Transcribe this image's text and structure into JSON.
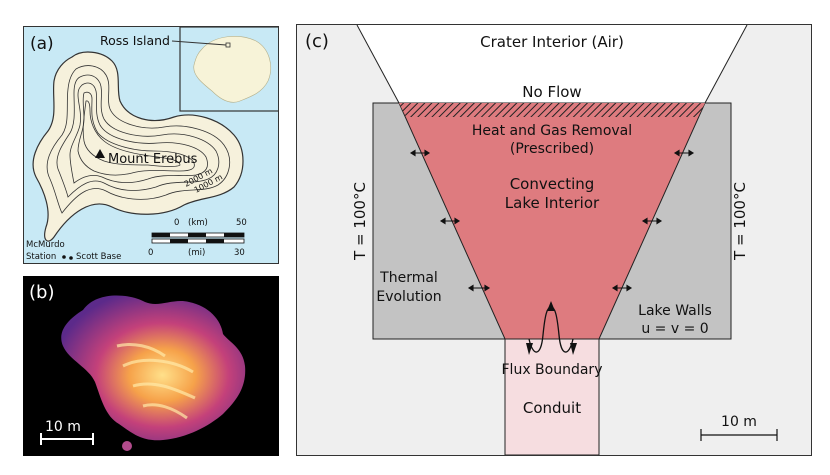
{
  "panel_a": {
    "label": "(a)",
    "ross_island": "Ross Island",
    "mount_erebus": "Mount Erebus",
    "contour_2000": "2000 m",
    "contour_1000": "1000 m",
    "scale_km_unit": "(km)",
    "scale_mi_unit": "(mi)",
    "scale_zero_km": "0",
    "scale_fifty_km": "50",
    "scale_zero_mi": "0",
    "scale_thirty_mi": "30",
    "mcmurdo": "McMurdo",
    "station": "Station",
    "scott_base": "Scott Base",
    "colors": {
      "sea": "#c8e9f5",
      "land": "#f6f1dc",
      "antarctica": "#f7f3d8"
    }
  },
  "panel_b": {
    "label": "(b)",
    "scale": "10 m"
  },
  "panel_c": {
    "label": "(c)",
    "crater_interior": "Crater Interior (Air)",
    "no_flow": "No Flow",
    "heat_gas_1": "Heat and Gas Removal",
    "heat_gas_2": "(Prescribed)",
    "convecting_1": "Convecting",
    "convecting_2": "Lake Interior",
    "temp_left": "T = 100°C",
    "temp_right": "T = 100°C",
    "thermal_1": "Thermal",
    "thermal_2": "Evolution",
    "lake_walls": "Lake Walls",
    "uv": "u = v = 0",
    "flux_boundary": "Flux Boundary",
    "conduit": "Conduit",
    "scale": "10 m",
    "colors": {
      "lake": "#de7b7f",
      "walls": "#c3c3c3",
      "conduit": "#f6dde0",
      "background": "#efefef"
    }
  }
}
